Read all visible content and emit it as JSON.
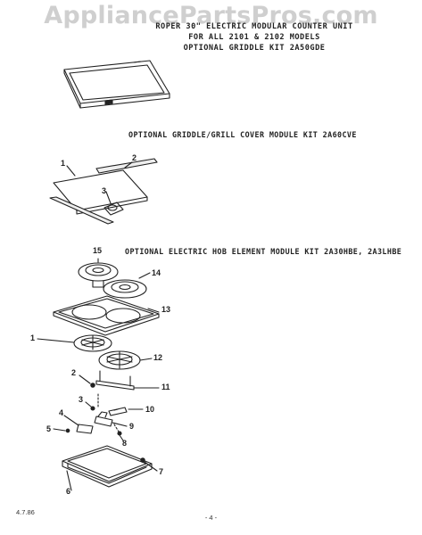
{
  "watermark": "AppliancePartsPros.com",
  "header": {
    "line1": "ROPER 30\" ELECTRIC MODULAR COUNTER UNIT",
    "line2": "FOR ALL 2101 & 2102 MODELS",
    "line3": "OPTIONAL GRIDDLE KIT 2A50GDE"
  },
  "sections": {
    "griddle_cover": "OPTIONAL GRIDDLE/GRILL COVER MODULE KIT 2A60CVE",
    "hob_element": "OPTIONAL ELECTRIC HOB ELEMENT MODULE KIT 2A30HBE, 2A3LHBE"
  },
  "callouts": {
    "c1_top": "1",
    "c2_top": "2",
    "c3": "3",
    "c15": "15",
    "c14": "14",
    "c13": "13",
    "c1_mid": "1",
    "c12": "12",
    "c2_mid": "2",
    "c11": "11",
    "c3_low": "3",
    "c10": "10",
    "c4": "4",
    "c9": "9",
    "c5": "5",
    "c8": "8",
    "c7": "7",
    "c6": "6"
  },
  "footer": {
    "date": "4.7.86",
    "page": "- 4 -"
  }
}
